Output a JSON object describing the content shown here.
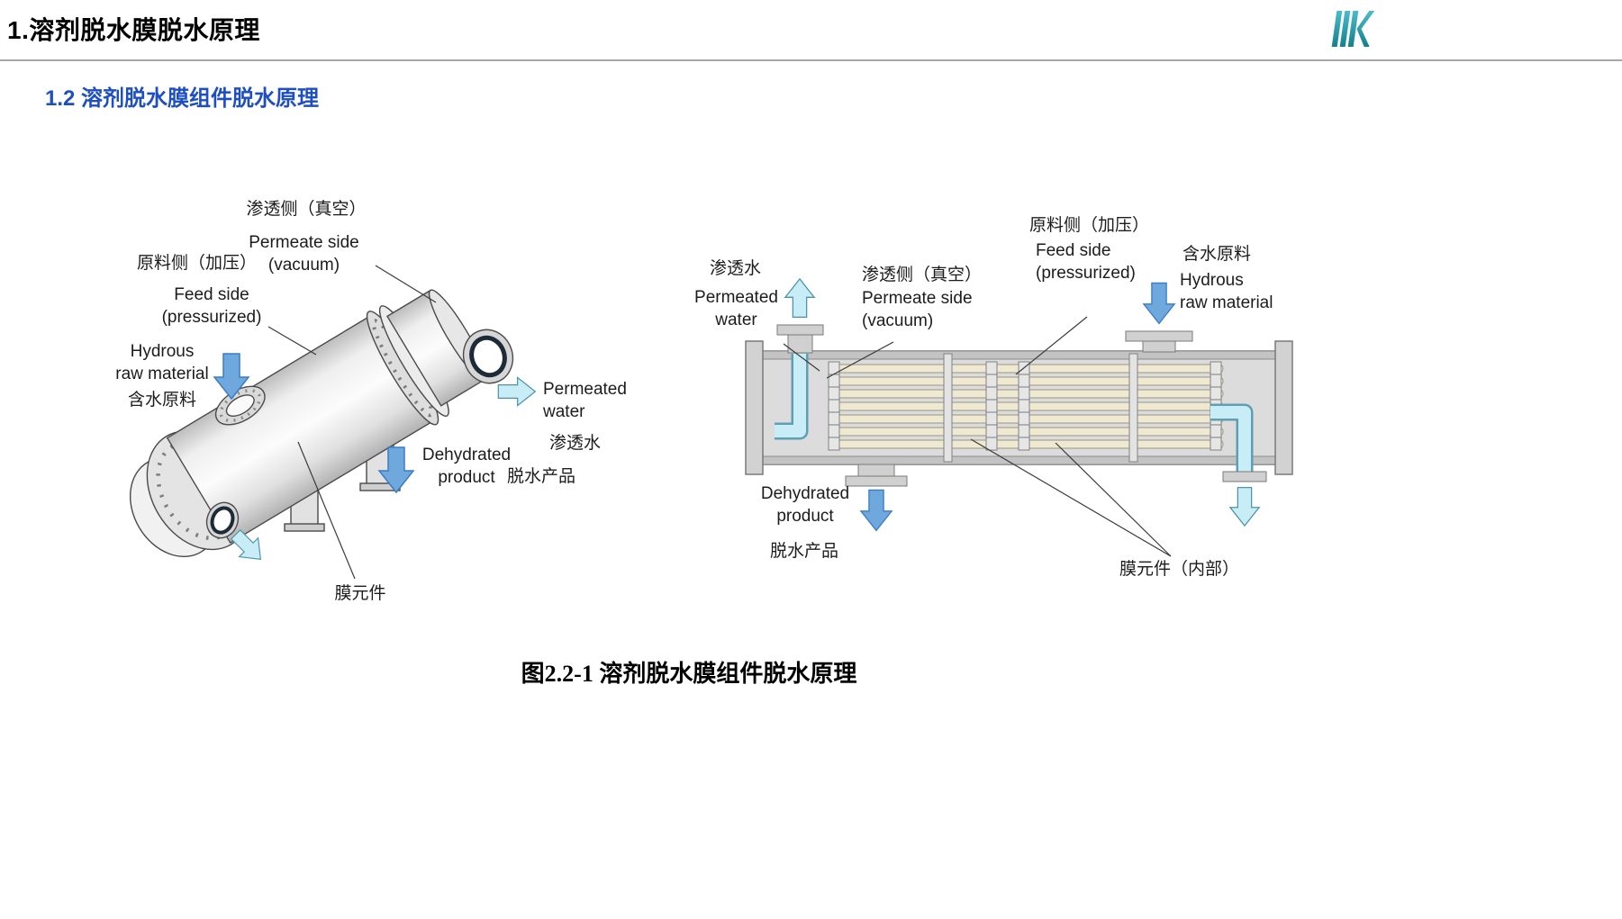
{
  "colors": {
    "accent-blue": "#1d4ec2",
    "logo-teal": "#2aa0b2",
    "arrow-blue": "#6fa8dc",
    "arrow-cyan": "#c9edf6",
    "tube-cream": "#efe9d2"
  },
  "header": {
    "title": "1.溶剂脱水膜脱水原理"
  },
  "section": {
    "heading": "1.2 溶剂脱水膜组件脱水原理"
  },
  "left_diagram": {
    "permeate_side_cn": "渗透侧（真空）",
    "permeate_side_en": "Permeate side\n(vacuum)",
    "feed_side_cn": "原料侧（加压）",
    "feed_side_en": "Feed side\n(pressurized)",
    "hydrous_raw_material_en": "Hydrous\nraw material",
    "hydrous_raw_material_cn": "含水原料",
    "permeated_water_en": "Permeated\nwater",
    "permeated_water_cn": "渗透水",
    "dehydrated_product_en": "Dehydrated\nproduct",
    "dehydrated_product_cn": "脱水产品",
    "membrane_element_cn": "膜元件"
  },
  "right_diagram": {
    "permeated_water_cn": "渗透水",
    "permeated_water_en": "Permeated\nwater",
    "permeate_side_cn": "渗透侧（真空）",
    "permeate_side_en": "Permeate side\n(vacuum)",
    "feed_side_cn": "原料侧（加压）",
    "feed_side_en": "Feed side\n(pressurized)",
    "hydrous_raw_material_cn": "含水原料",
    "hydrous_raw_material_en": "Hydrous\nraw material",
    "dehydrated_product_en": "Dehydrated\nproduct",
    "dehydrated_product_cn": "脱水产品",
    "membrane_element_cn": "膜元件（内部）"
  },
  "figure": {
    "caption": "图2.2-1 溶剂脱水膜组件脱水原理"
  }
}
